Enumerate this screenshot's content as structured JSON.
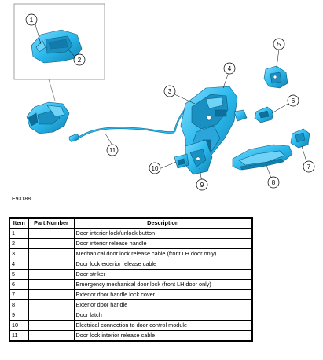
{
  "figure_code": "E93188",
  "colors": {
    "part_fill": "#29b8ec",
    "part_stroke": "#0c5d80",
    "inset_border": "#888888",
    "line": "#000000"
  },
  "callouts": [
    "1",
    "2",
    "3",
    "4",
    "5",
    "6",
    "7",
    "8",
    "9",
    "10",
    "11"
  ],
  "table": {
    "headers": [
      "Item",
      "Part Number",
      "Description"
    ],
    "rows": [
      {
        "item": "1",
        "part_number": "",
        "description": "Door interior lock/unlock button"
      },
      {
        "item": "2",
        "part_number": "",
        "description": "Door interior release handle"
      },
      {
        "item": "3",
        "part_number": "",
        "description": "Mechanical door lock release cable (front LH door only)"
      },
      {
        "item": "4",
        "part_number": "",
        "description": "Door lock exterior release cable"
      },
      {
        "item": "5",
        "part_number": "",
        "description": "Door striker"
      },
      {
        "item": "6",
        "part_number": "",
        "description": "Emergency mechanical door lock (front LH door only)"
      },
      {
        "item": "7",
        "part_number": "",
        "description": "Exterior door handle lock cover"
      },
      {
        "item": "8",
        "part_number": "",
        "description": "Exterior door handle"
      },
      {
        "item": "9",
        "part_number": "",
        "description": "Door latch"
      },
      {
        "item": "10",
        "part_number": "",
        "description": "Electrical connection to door control module"
      },
      {
        "item": "11",
        "part_number": "",
        "description": "Door lock interior release cable"
      }
    ]
  }
}
